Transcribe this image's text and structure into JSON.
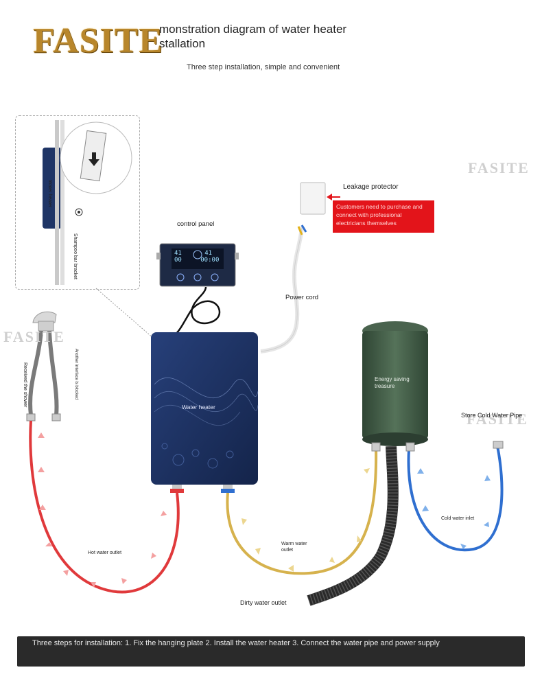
{
  "header": {
    "brand": "FASITE",
    "title": "monstration diagram of water heater\nstallation",
    "subtitle": "Three step installation, simple and convenient"
  },
  "watermark": "FASITE",
  "labels": {
    "control_panel": "control panel",
    "leakage_protector": "Leakage protector",
    "leakage_note": "Customers need to purchase and connect with professional electricians themselves",
    "power_cord": "Power cord",
    "water_heater": "Water heater",
    "energy_saving": "Energy saving treasure",
    "store_cold": "Store Cold Water Pipe",
    "cold_inlet": "Cold water inlet",
    "hot_outlet": "Hot water outlet",
    "warm_outlet": "Warm water outlet",
    "dirty_outlet": "Dirty water outlet",
    "received_shower": "Received the shower",
    "another_interface": "Another interface is blocked",
    "inset_heater": "Water heater",
    "inset_shower_rod": "Shampoo bar bracket"
  },
  "panel_display": {
    "left": "41",
    "right": "41",
    "bottom_left": "00",
    "bottom_right": "00:00"
  },
  "footer": {
    "text": "Three steps for installation: 1. Fix the hanging plate 2. Install the water heater 3. Connect the water pipe and power supply"
  },
  "colors": {
    "hot_pipe": "#e0393b",
    "warm_pipe": "#d6b24d",
    "cold_pipe": "#2f6fd0",
    "heater_body": "#1f3566",
    "tank_body": "#3f5a45",
    "note_bg": "#e3141a"
  }
}
